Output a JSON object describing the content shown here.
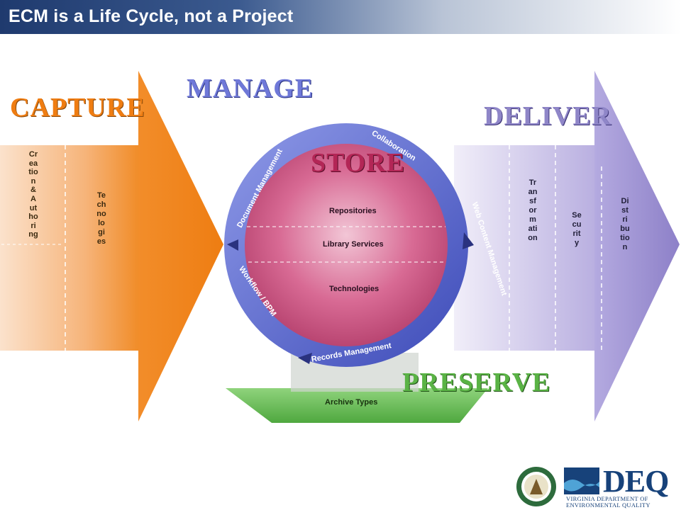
{
  "slide": {
    "title": "ECM is a Life Cycle, not a Project"
  },
  "diagram": {
    "phases": {
      "capture": "CAPTURE",
      "manage": "MANAGE",
      "store": "STORE",
      "deliver": "DELIVER",
      "preserve": "PRESERVE"
    },
    "capture_columns": [
      "Creation & Authoring",
      "Technologies"
    ],
    "deliver_columns": [
      "Transformation",
      "Security",
      "Distribution"
    ],
    "manage_ring": [
      "Collaboration",
      "Web Content Management",
      "Records Management",
      "Workflow / BPM",
      "Document Management"
    ],
    "store_rows": [
      "Repositories",
      "Library Services",
      "Technologies"
    ],
    "preserve_label": "Archive Types"
  },
  "footer": {
    "logo_text": "DEQ",
    "logo_subtitle_line1": "VIRGINIA DEPARTMENT OF",
    "logo_subtitle_line2": "ENVIRONMENTAL QUALITY"
  },
  "colors": {
    "capture": "#f08a24",
    "manage": "#5a6ad6",
    "store": "#c8406e",
    "deliver": "#9e93d2",
    "preserve": "#6dbf5c",
    "title_bar": "#1f3a6e"
  }
}
